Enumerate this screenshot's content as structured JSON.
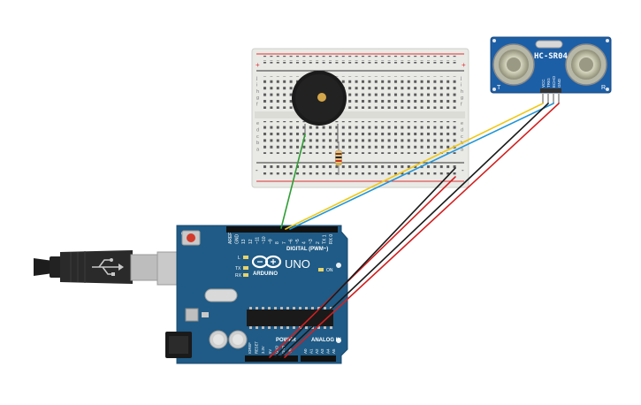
{
  "breadboard": {
    "row_letters_top": [
      "j",
      "i",
      "h",
      "g",
      "f"
    ],
    "row_letters_bottom": [
      "e",
      "d",
      "c",
      "b",
      "a"
    ],
    "rail_plus": "+",
    "rail_minus": "-"
  },
  "sensor": {
    "model": "HC-SR04",
    "left_mark": "T",
    "right_mark": "R",
    "pins": [
      "VCC",
      "TRIG",
      "ECHO",
      "GND"
    ]
  },
  "arduino": {
    "brand": "ARDUINO",
    "model": "UNO",
    "digital_label": "DIGITAL (PWM~)",
    "power_label": "POWER",
    "analog_label": "ANALOG IN",
    "led_l": "L",
    "led_tx": "TX",
    "led_rx": "RX",
    "led_on": "ON",
    "digital_pins": [
      "AREF",
      "GND",
      "13",
      "12",
      "~11",
      "~10",
      "~9",
      "8",
      "7",
      "~6",
      "~5",
      "4",
      "~3",
      "2",
      "TX 1",
      "RX 0"
    ],
    "power_pins": [
      "IOREF",
      "RESET",
      "3.3V",
      "5V",
      "GND",
      "GND",
      "Vin"
    ],
    "analog_pins": [
      "A0",
      "A1",
      "A2",
      "A3",
      "A4",
      "A5"
    ]
  },
  "colors": {
    "breadboard": "#e9e9e6",
    "board_blue": "#1f5b86",
    "sensor_blue": "#1d5fa6",
    "buzzer": "#1b1b1b",
    "wire_green": "#2f9e35",
    "wire_yellow": "#f0c814",
    "wire_blue": "#2196d8",
    "wire_red": "#d22020",
    "wire_black": "#1a1a1a"
  }
}
